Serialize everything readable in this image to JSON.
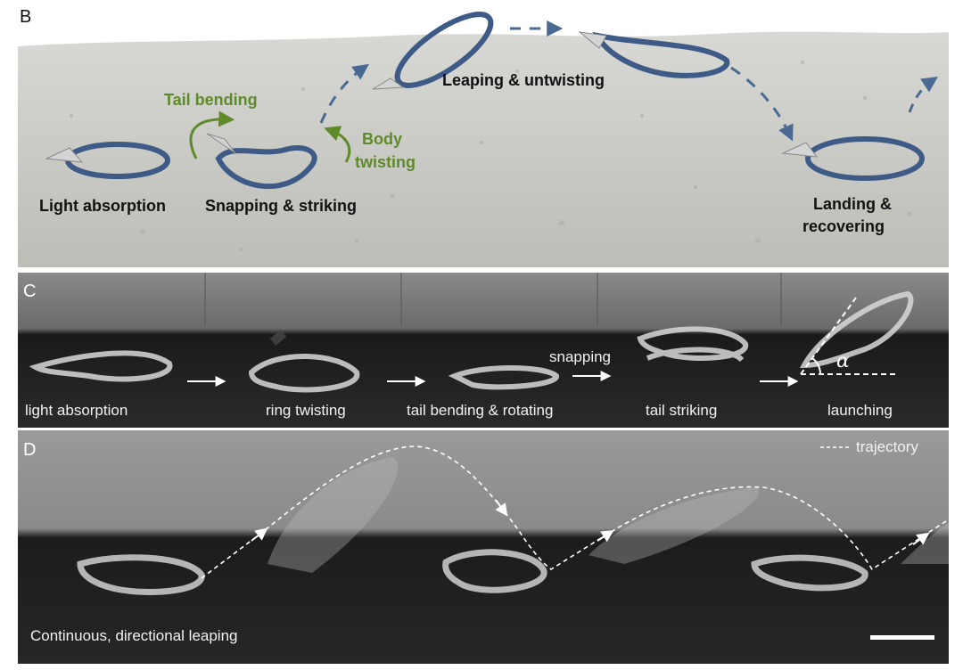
{
  "panels": {
    "b": {
      "letter": "B",
      "labels": {
        "light_absorption": "Light absorption",
        "snapping_striking": "Snapping & striking",
        "tail_bending": "Tail bending",
        "body": "Body",
        "twisting": "twisting",
        "leaping_untwisting": "Leaping & untwisting",
        "landing": "Landing &",
        "recovering": "recovering"
      }
    },
    "c": {
      "letter": "C",
      "labels": {
        "light_absorption": "light absorption",
        "ring_twisting": "ring twisting",
        "tail_bending_rotating": "tail bending & rotating",
        "snapping": "snapping",
        "tail_striking": "tail striking",
        "launching": "launching",
        "alpha": "α"
      }
    },
    "d": {
      "letter": "D",
      "legend": "trajectory",
      "caption": "Continuous, directional leaping"
    }
  },
  "colors": {
    "ring_blue": "#3e5a86",
    "label_green": "#5f8a2a",
    "arrow_blue": "#4a6a94",
    "sand": "#cfcfcb"
  },
  "icons": [
    "curved-arrow-icon",
    "dashed-arrow-icon",
    "white-arrow-icon",
    "angle-marker-icon",
    "scale-bar-icon"
  ]
}
